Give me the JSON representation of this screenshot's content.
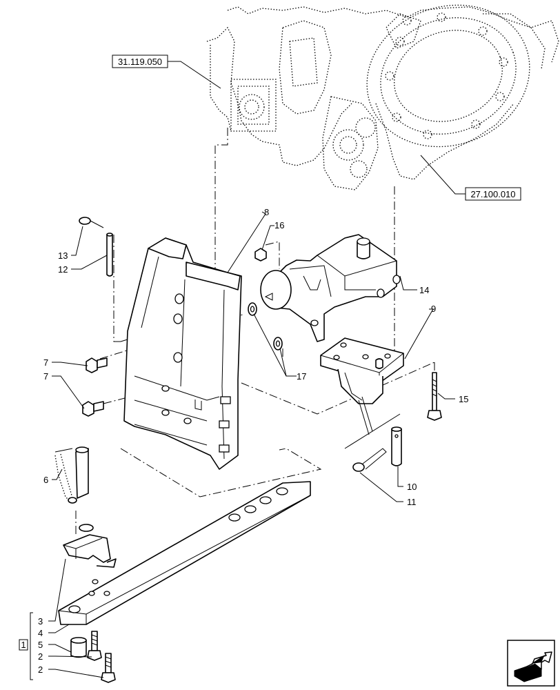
{
  "references": {
    "transmission": "31.119.050",
    "housing": "27.100.010"
  },
  "callouts": {
    "c1": "1",
    "c2a": "2",
    "c2b": "2",
    "c3": "3",
    "c4": "4",
    "c5": "5",
    "c6": "6",
    "c7a": "7",
    "c7b": "7",
    "c8": "8",
    "c9": "9",
    "c10": "10",
    "c11": "11",
    "c12": "12",
    "c13": "13",
    "c14": "14",
    "c15": "15",
    "c16": "16",
    "c17": "17"
  },
  "icons": {
    "navigation": "arrow-icon"
  }
}
